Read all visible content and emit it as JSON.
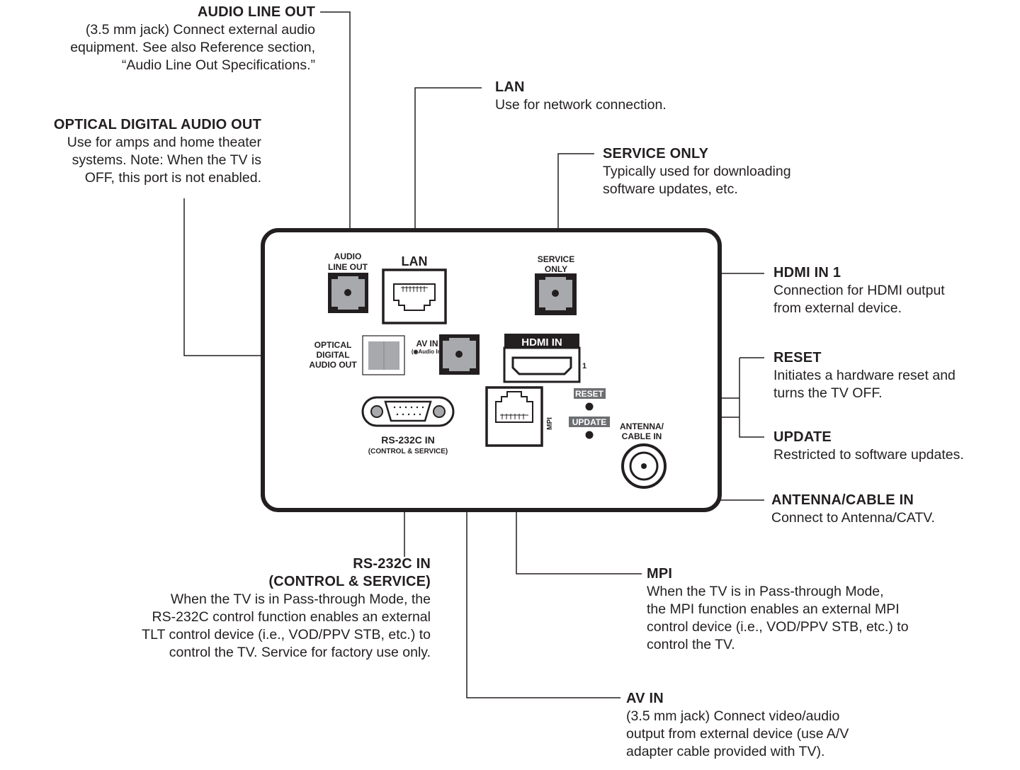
{
  "callouts": {
    "audio_line_out": {
      "title": "AUDIO LINE OUT",
      "desc": "(3.5 mm jack) Connect external audio\nequipment. See also Reference section,\n“Audio Line Out Specifications.”"
    },
    "optical": {
      "title": "OPTICAL DIGITAL AUDIO OUT",
      "desc": "Use for amps and home theater\nsystems. Note: When the TV is\nOFF, this port is not enabled."
    },
    "lan": {
      "title": "LAN",
      "desc": "Use for network connection."
    },
    "service_only": {
      "title": "SERVICE ONLY",
      "desc": "Typically used for downloading\nsoftware updates, etc."
    },
    "hdmi_in_1": {
      "title": "HDMI IN 1",
      "desc": "Connection for HDMI output\nfrom external device."
    },
    "reset": {
      "title": "RESET",
      "desc": "Initiates a hardware reset and\nturns the TV OFF."
    },
    "update": {
      "title": "UPDATE",
      "desc": "Restricted to software updates."
    },
    "antenna": {
      "title": "ANTENNA/CABLE IN",
      "desc": "Connect to Antenna/CATV."
    },
    "rs232c": {
      "title_line1": "RS-232C IN",
      "title_line2": "(CONTROL & SERVICE)",
      "desc": "When the TV is in Pass-through Mode, the\nRS-232C control function enables an external\nTLT control device (i.e., VOD/PPV STB, etc.) to\ncontrol the TV. Service for factory use only."
    },
    "mpi": {
      "title": "MPI",
      "desc": "When the TV is in Pass-through Mode,\nthe MPI function enables an external MPI\ncontrol device (i.e., VOD/PPV STB, etc.) to\ncontrol the TV."
    },
    "av_in": {
      "title": "AV IN",
      "desc": "(3.5 mm jack) Connect video/audio\noutput from external device (use A/V\nadapter cable provided with TV)."
    }
  },
  "panel": {
    "audio_line_out": [
      "AUDIO",
      "LINE OUT"
    ],
    "lan": "LAN",
    "service_only": [
      "SERVICE",
      "ONLY"
    ],
    "optical": [
      "OPTICAL",
      "DIGITAL",
      "AUDIO OUT"
    ],
    "av_in": "AV IN",
    "av_in_sub": "(◉Audio In)",
    "hdmi_in": "HDMI IN",
    "hdmi_num": "1",
    "reset": "RESET",
    "update": "UPDATE",
    "mpi": "MPI",
    "antenna": [
      "ANTENNA/",
      "CABLE IN"
    ],
    "rs232c": "RS-232C IN",
    "rs232c_sub": "(CONTROL & SERVICE)"
  }
}
